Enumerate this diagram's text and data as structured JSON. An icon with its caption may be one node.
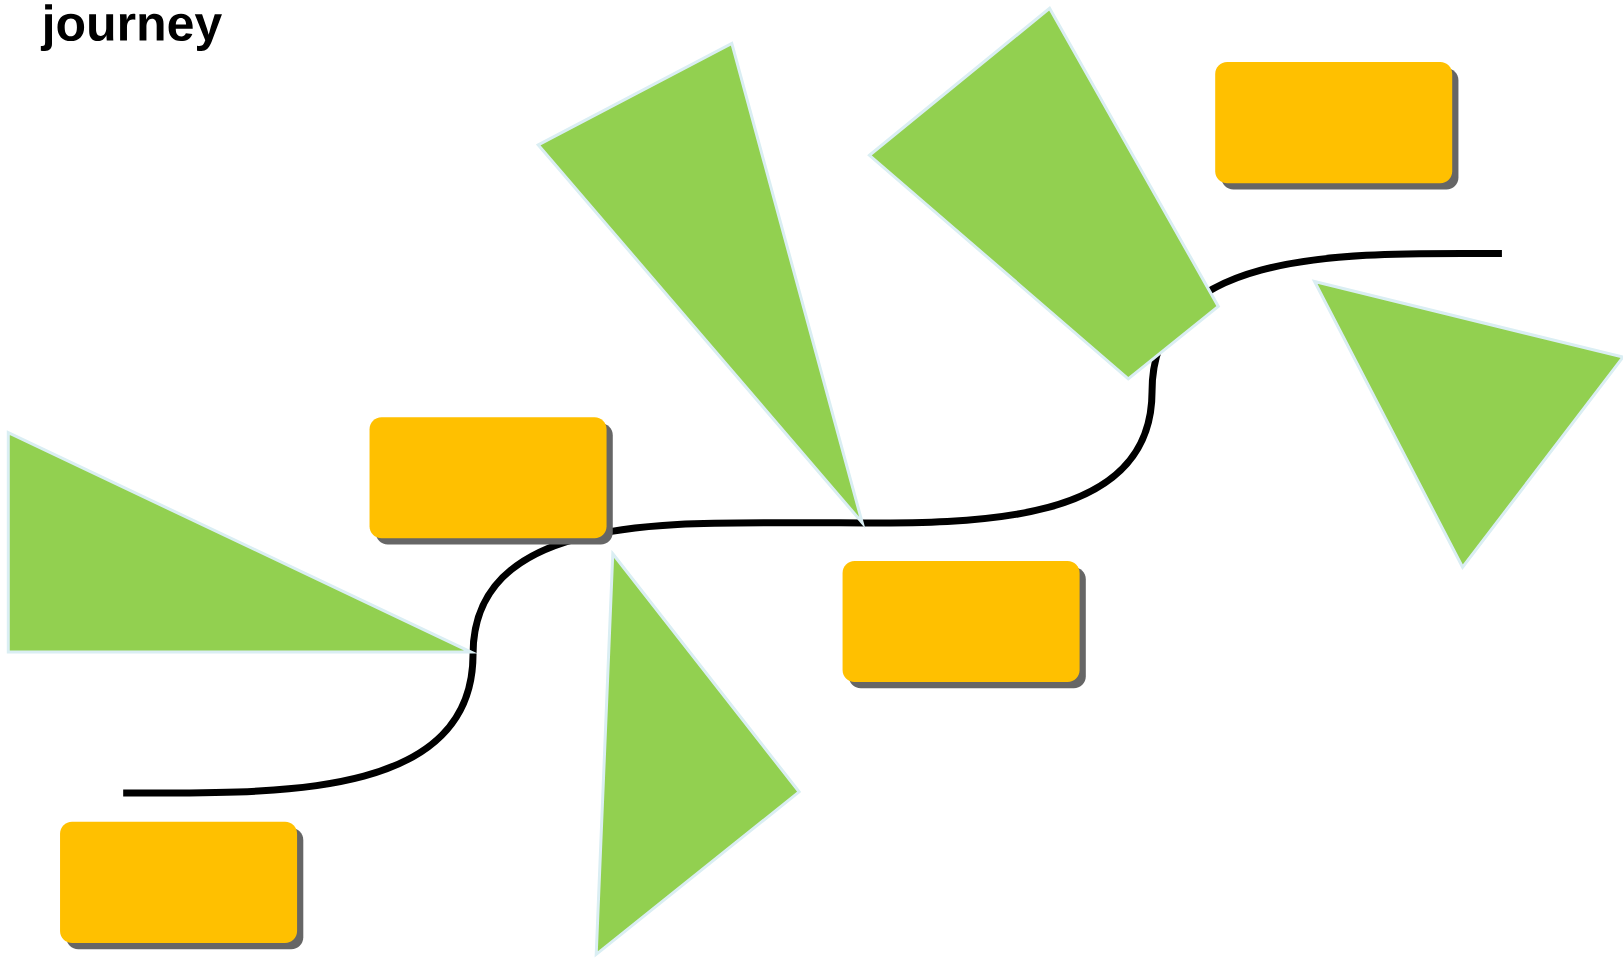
{
  "diagram": {
    "title": "journey",
    "nodes": [
      {
        "text": [],
        "shape": "polygon"
      },
      {
        "text": [],
        "shape": "triangle"
      },
      {
        "text": [],
        "shape": "box"
      },
      {
        "text": [],
        "shape": "box"
      },
      {
        "text": [],
        "shape": "triangle"
      },
      {
        "text": [],
        "shape": "triangle"
      },
      {
        "text": [],
        "shape": "box"
      },
      {
        "text": [],
        "shape": "triangle"
      },
      {
        "text": [],
        "shape": "box"
      }
    ]
  }
}
